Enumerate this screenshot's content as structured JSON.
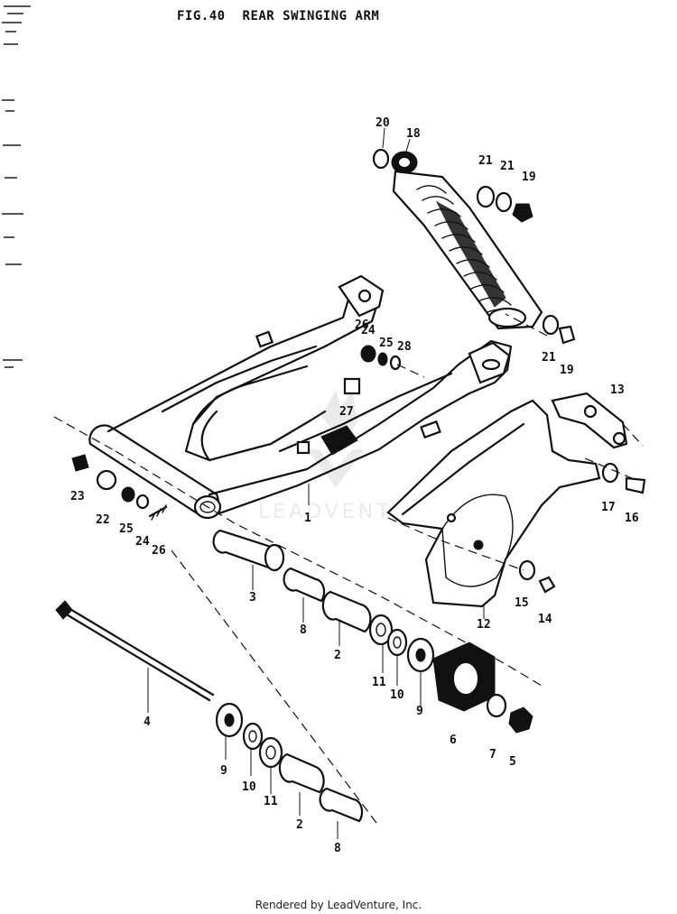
{
  "figure": {
    "number": "FIG.40",
    "title": "REAR SWINGING ARM"
  },
  "watermark": {
    "text": "LEADVENT",
    "color": "#d9d9d9"
  },
  "footer": {
    "text": "Rendered by LeadVenture, Inc."
  },
  "parts": [
    {
      "id": "p1",
      "label": "1"
    },
    {
      "id": "p2a",
      "label": "2"
    },
    {
      "id": "p2b",
      "label": "2"
    },
    {
      "id": "p3",
      "label": "3"
    },
    {
      "id": "p4",
      "label": "4"
    },
    {
      "id": "p5",
      "label": "5"
    },
    {
      "id": "p6",
      "label": "6"
    },
    {
      "id": "p7",
      "label": "7"
    },
    {
      "id": "p8a",
      "label": "8"
    },
    {
      "id": "p8b",
      "label": "8"
    },
    {
      "id": "p9a",
      "label": "9"
    },
    {
      "id": "p9b",
      "label": "9"
    },
    {
      "id": "p10a",
      "label": "10"
    },
    {
      "id": "p10b",
      "label": "10"
    },
    {
      "id": "p11a",
      "label": "11"
    },
    {
      "id": "p11b",
      "label": "11"
    },
    {
      "id": "p12",
      "label": "12"
    },
    {
      "id": "p13",
      "label": "13"
    },
    {
      "id": "p14",
      "label": "14"
    },
    {
      "id": "p15",
      "label": "15"
    },
    {
      "id": "p16",
      "label": "16"
    },
    {
      "id": "p17",
      "label": "17"
    },
    {
      "id": "p18",
      "label": "18"
    },
    {
      "id": "p19a",
      "label": "19"
    },
    {
      "id": "p19b",
      "label": "19"
    },
    {
      "id": "p20",
      "label": "20"
    },
    {
      "id": "p21a",
      "label": "21"
    },
    {
      "id": "p21b",
      "label": "21"
    },
    {
      "id": "p21c",
      "label": "21"
    },
    {
      "id": "p22",
      "label": "22"
    },
    {
      "id": "p23",
      "label": "23"
    },
    {
      "id": "p24a",
      "label": "24"
    },
    {
      "id": "p24b",
      "label": "24"
    },
    {
      "id": "p25a",
      "label": "25"
    },
    {
      "id": "p25b",
      "label": "25"
    },
    {
      "id": "p26a",
      "label": "26"
    },
    {
      "id": "p26b",
      "label": "26"
    },
    {
      "id": "p27",
      "label": "27"
    },
    {
      "id": "p28",
      "label": "28"
    }
  ]
}
